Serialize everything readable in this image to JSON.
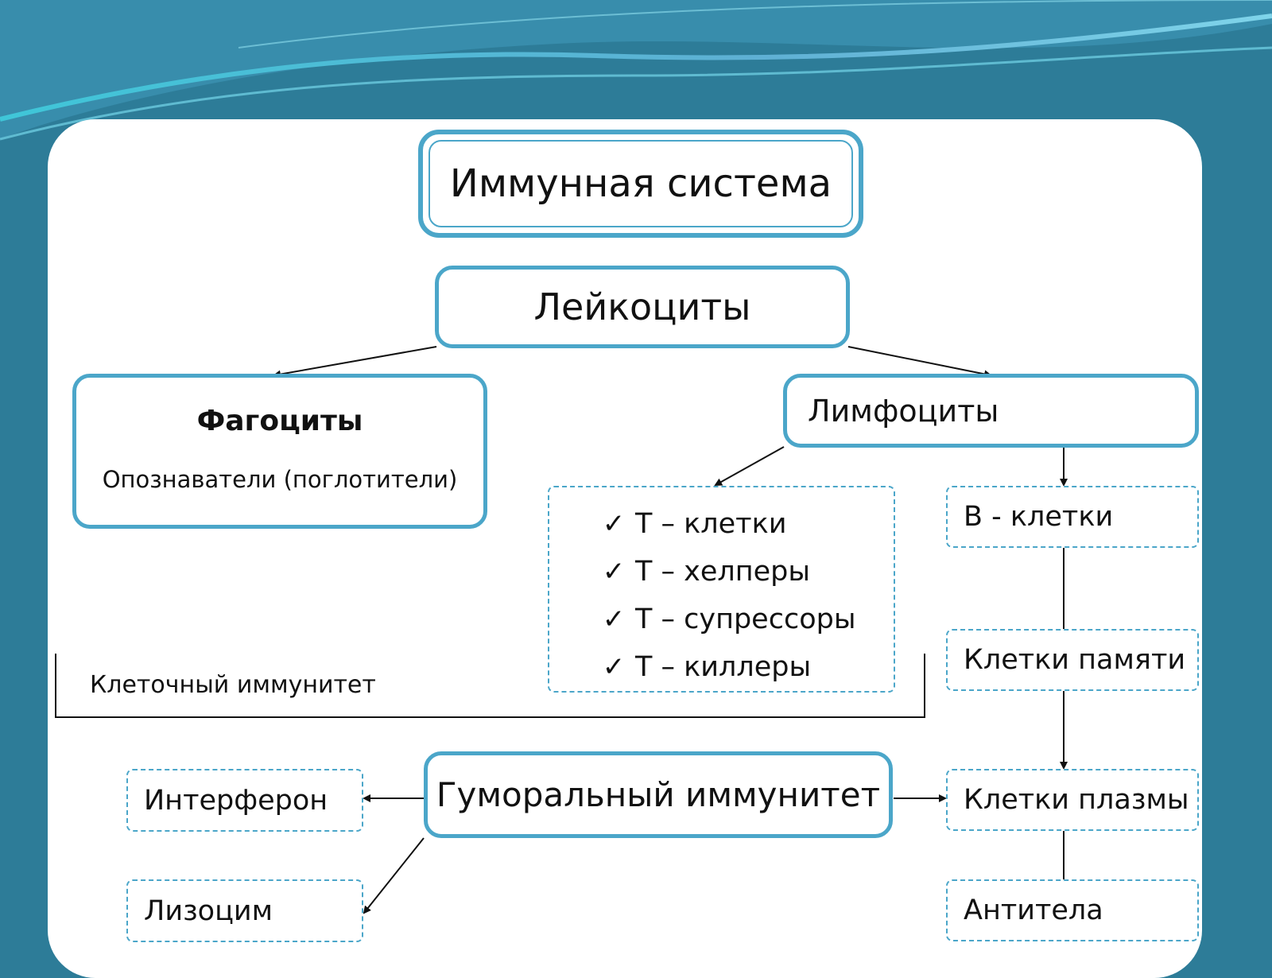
{
  "colors": {
    "background": "#2d7c98",
    "border": "#4ba6c9",
    "text": "#111111",
    "panel": "#ffffff"
  },
  "nodes": {
    "root": "Иммунная система",
    "leukocytes": "Лейкоциты",
    "phagocytes": {
      "title": "Фагоциты",
      "subtitle": "Опознаватели (поглотители)"
    },
    "lymphocytes": "Лимфоциты",
    "t_cells": {
      "items": [
        "Т – клетки",
        "Т – хелперы",
        "Т – супрессоры",
        "Т – киллеры"
      ]
    },
    "b_cells": "В - клетки",
    "memory_cells": "Клетки памяти",
    "plasma_cells": "Клетки плазмы",
    "antibodies": "Антитела",
    "humoral": "Гуморальный иммунитет",
    "interferon": "Интерферон",
    "lysozyme": "Лизоцим"
  },
  "labels": {
    "cellular_immunity": "Клеточный иммунитет"
  },
  "icons": {
    "check": "check-icon"
  }
}
